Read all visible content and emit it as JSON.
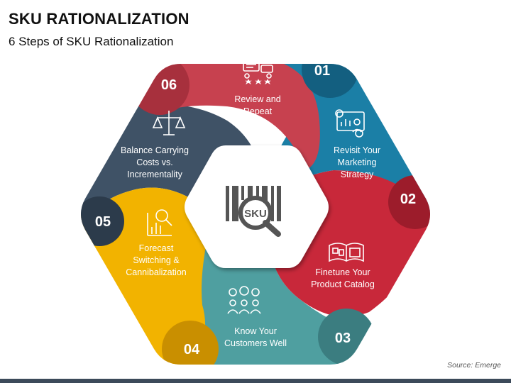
{
  "title": "SKU RATIONALIZATION",
  "subtitle": "6 Steps of SKU Rationalization",
  "center_icon_text": "SKU",
  "steps": [
    {
      "number": "01",
      "label": "Revisit Your\nMarketing\nStrategy",
      "color": "#1b7fa6",
      "icon": "presentation-chart-icon"
    },
    {
      "number": "02",
      "label": "Finetune Your\nProduct Catalog",
      "color": "#c8283a",
      "icon": "product-catalog-icon"
    },
    {
      "number": "03",
      "label": "Know Your\nCustomers Well",
      "color": "#4f9fa0",
      "icon": "customers-feedback-icon"
    },
    {
      "number": "04",
      "label": "Forecast\nSwitching &\nCannibalization",
      "color": "#f2b300",
      "icon": "chart-magnifier-icon"
    },
    {
      "number": "05",
      "label": "Balance Carrying\nCosts vs.\nIncrementality",
      "color": "#3f5266",
      "icon": "balance-scale-icon"
    },
    {
      "number": "06",
      "label": "Review and\nRepeat",
      "color": "#c7414f",
      "icon": "review-rating-icon"
    }
  ],
  "source": "Source: Emerge"
}
